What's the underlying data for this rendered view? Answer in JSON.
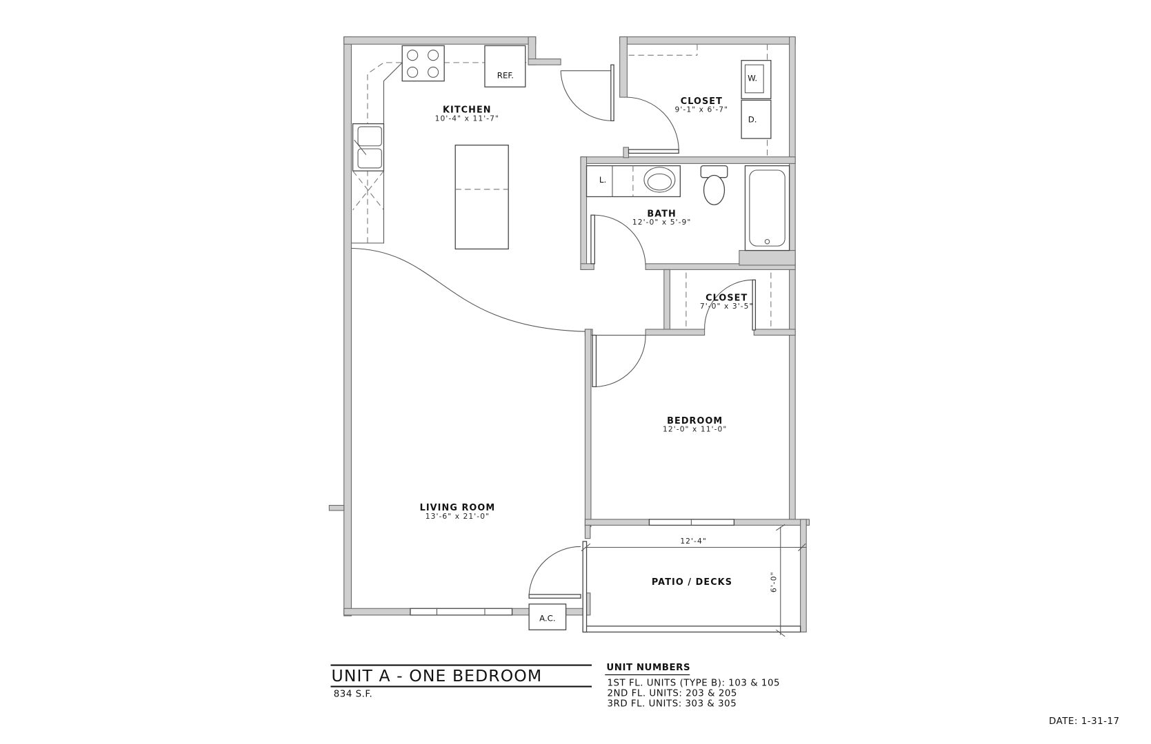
{
  "plan": {
    "rooms": {
      "kitchen": {
        "name": "KITCHEN",
        "size": "10'-4\" x 11'-7\""
      },
      "closet_laundry": {
        "name": "CLOSET",
        "size": "9'-1\" x 6'-7\""
      },
      "bath": {
        "name": "BATH",
        "size": "12'-0\" x 5'-9\""
      },
      "closet_bedroom": {
        "name": "CLOSET",
        "size": "7'-0\" x 3'-5\""
      },
      "bedroom": {
        "name": "BEDROOM",
        "size": "12'-0\" x 11'-0\""
      },
      "living": {
        "name": "LIVING ROOM",
        "size": "13'-6\" x 21'-0\""
      },
      "patio": {
        "name": "PATIO / DECKS"
      }
    },
    "fixtures": {
      "ref": "REF.",
      "washer": "W.",
      "dryer": "D.",
      "linen": "L.",
      "ac": "A.C."
    },
    "dimensions": {
      "patio_width": "12'-4\"",
      "patio_depth": "6'-0\""
    }
  },
  "title_block": {
    "title": "UNIT A - ONE BEDROOM",
    "area": "834 S.F.",
    "unit_numbers_heading": "UNIT NUMBERS",
    "unit_lines": [
      "1ST FL. UNITS (TYPE B): 103 & 105",
      "2ND FL. UNITS: 203 & 205",
      "3RD FL. UNITS: 303 & 305"
    ],
    "date": "DATE: 1-31-17"
  }
}
